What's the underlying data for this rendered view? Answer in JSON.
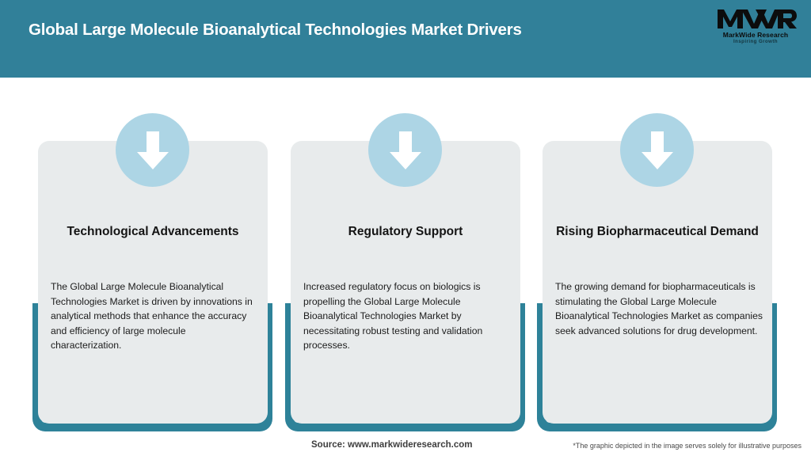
{
  "header": {
    "title": "Global Large Molecule Bioanalytical Technologies Market Drivers",
    "background_color": "#318099",
    "title_color": "#ffffff"
  },
  "logo": {
    "mark": "MWR",
    "name": "MarkWide Research",
    "tagline": "Inspiring Growth"
  },
  "theme": {
    "accent_teal": "#2E8299",
    "card_background": "#e8ebec",
    "icon_circle": "#ADD5E5",
    "arrow_color": "#ffffff",
    "page_background": "#ffffff"
  },
  "cards": [
    {
      "icon": "down-arrow-icon",
      "title": "Technological Advancements",
      "body": "The Global Large Molecule Bioanalytical Technologies Market is driven by innovations in analytical methods that enhance the accuracy and efficiency of large molecule characterization."
    },
    {
      "icon": "down-arrow-icon",
      "title": "Regulatory Support",
      "body": "Increased regulatory focus on biologics is propelling the Global Large Molecule Bioanalytical Technologies Market by necessitating robust testing and validation processes."
    },
    {
      "icon": "down-arrow-icon",
      "title": "Rising Biopharmaceutical Demand",
      "body": "The growing demand for biopharmaceuticals is stimulating the Global Large Molecule Bioanalytical Technologies Market as companies seek advanced solutions for drug development."
    }
  ],
  "footer": {
    "source": "Source: www.markwideresearch.com",
    "note": "*The graphic depicted in the image serves solely for illustrative purposes"
  }
}
